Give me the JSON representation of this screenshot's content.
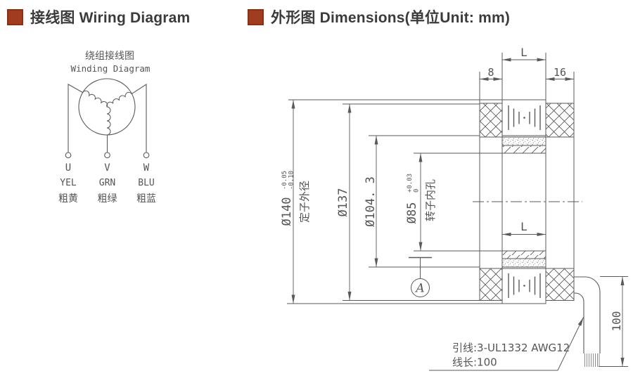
{
  "headers": {
    "wiring": "接线图 Wiring Diagram",
    "dimensions": "外形图 Dimensions(单位Unit: mm)"
  },
  "wiring_diagram": {
    "title_cn": "绕组接线图",
    "title_en": "Winding Diagram",
    "terminals": [
      {
        "phase": "U",
        "color_code": "YEL",
        "color_cn": "粗黄"
      },
      {
        "phase": "V",
        "color_code": "GRN",
        "color_cn": "粗绿"
      },
      {
        "phase": "W",
        "color_code": "BLU",
        "color_cn": "粗蓝"
      }
    ]
  },
  "dimensions": {
    "stator_od": {
      "value": "Ø140",
      "tol_upper": "-0.05",
      "tol_lower": "-0.10",
      "label_cn": "定子外径"
    },
    "winding_od": {
      "value": "Ø137"
    },
    "stator_bore": {
      "value": "Ø104. 3"
    },
    "rotor_bore": {
      "value": "Ø85",
      "tol_upper": "+0.03",
      "tol_lower": "0",
      "label_cn": "转子内孔"
    },
    "stack_length": "L",
    "left_end": "8",
    "right_end": "16",
    "lead_drop": "100",
    "datum": "A",
    "notes": {
      "line1": "引线:3-UL1332 AWG12",
      "line2": "线长:100"
    }
  },
  "colors": {
    "accent": "#a23c1e",
    "line": "#5a5a5a",
    "text": "#555555",
    "heading": "#3b3b3b"
  }
}
